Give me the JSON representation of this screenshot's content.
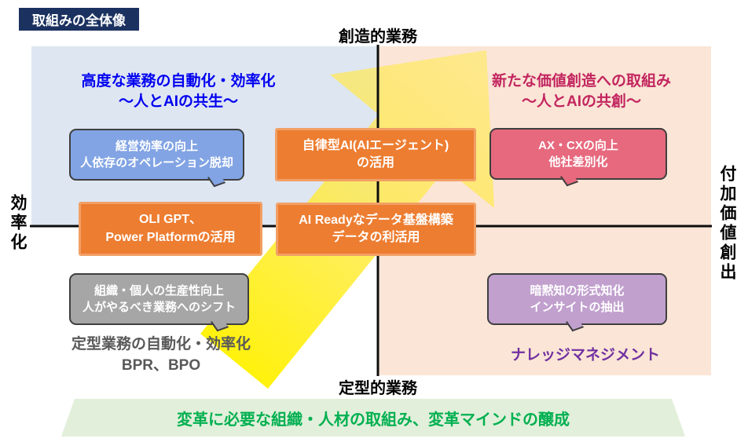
{
  "title_badge": {
    "label": "取組みの全体像"
  },
  "axes": {
    "top": "創造的業務",
    "bottom": "定型的業務",
    "left": "効率化",
    "right": "付加価値創出"
  },
  "quadrant_titles": {
    "top_left": {
      "line1": "高度な業務の自動化・効率化",
      "line2": "〜人とAIの共生〜"
    },
    "top_right": {
      "line1": "新たな価値創造への取組み",
      "line2": "〜人とAIの共創〜"
    }
  },
  "boxes": {
    "management_efficiency": {
      "line1": "経営効率の向上",
      "line2": "人依存のオペレーション脱却"
    },
    "autonomous_ai": {
      "line1": "自律型AI(AIエージェント)",
      "line2": "の活用"
    },
    "ax_cx": {
      "line1": "AX・CXの向上",
      "line2": "他社差別化"
    },
    "oli_gpt": {
      "line1": "OLI GPT、",
      "line2": "Power Platformの活用"
    },
    "ai_ready": {
      "line1": "AI Readyなデータ基盤構築",
      "line2": "データの利活用"
    },
    "productivity": {
      "line1": "組織・個人の生産性向上",
      "line2": "人がやるべき業務へのシフト"
    },
    "tacit_knowledge": {
      "line1": "暗黙知の形式知化",
      "line2": "インサイトの抽出"
    }
  },
  "captions": {
    "routine_automation": {
      "line1": "定型業務の自動化・効率化",
      "line2": "BPR、BPO"
    },
    "knowledge_management": "ナレッジマネジメント"
  },
  "footer_bar": {
    "label": "変革に必要な組織・人材の取組み、変革マインドの醸成"
  },
  "colors": {
    "badge_navy": "#1B3160",
    "quadrant_blue_bg": "#DEE6F2",
    "quadrant_peach_bg": "#FBE5D6",
    "title_blue": "#0000F0",
    "title_pink": "#C2255F",
    "box_blue": "#82A4E4",
    "box_pink": "#E7697E",
    "box_gray": "#A6A6A6",
    "box_purple": "#C1A0CE",
    "box_orange": "#ED7D31",
    "box_orange_border": "#F1A066",
    "caption_gray": "#595959",
    "caption_purple": "#7030A0",
    "footer_green_bg": "#E2EFDA",
    "footer_green_text": "#00B050",
    "arrow_yellow": "#FFF100",
    "axis_black": "#0D0D0D"
  }
}
